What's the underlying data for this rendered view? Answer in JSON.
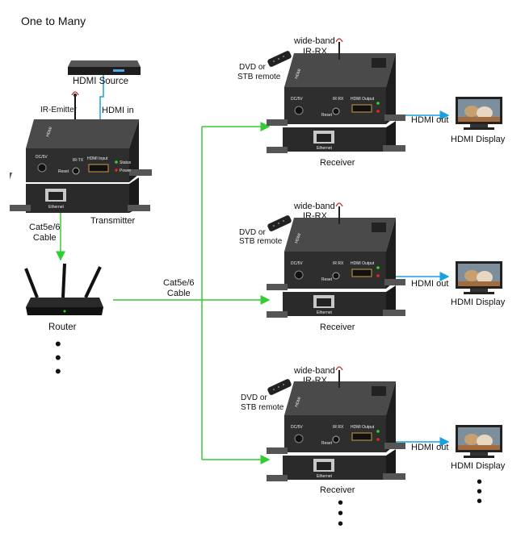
{
  "title": "One to Many",
  "source": {
    "label": "HDMI Source"
  },
  "transmitter": {
    "label": "Transmitter",
    "ir_emitter": "IR-Emitter",
    "hdmi_in": "HDMI in",
    "port_dc": "DC/5V",
    "port_ir": "IR-TX",
    "port_hdmi": "HDMI Input",
    "port_reset": "Reset",
    "port_eth": "Ethernet",
    "led_status": "Status",
    "led_power": "Power"
  },
  "cable_tx": [
    "Cat5e/6",
    "Cable"
  ],
  "router": {
    "label": "Router"
  },
  "cable_rx": [
    "Cat5e/6",
    "Cable"
  ],
  "receivers": [
    {
      "label": "Receiver",
      "ir": [
        "wide-band",
        "IR-RX"
      ],
      "remote": [
        "DVD or",
        "STB remote"
      ],
      "hdmi_out": "HDMI out",
      "display": "HDMI Display"
    },
    {
      "label": "Receiver",
      "ir": [
        "wide-band",
        "IR-RX"
      ],
      "remote": [
        "DVD or",
        "STB remote"
      ],
      "hdmi_out": "HDMI out",
      "display": "HDMI Display"
    },
    {
      "label": "Receiver",
      "ir": [
        "wide-band",
        "IR-RX"
      ],
      "remote": [
        "DVD or",
        "STB remote"
      ],
      "hdmi_out": "HDMI out",
      "display": "HDMI Display"
    }
  ],
  "receiver_ports": {
    "dc": "DC/5V",
    "ir": "IR RX",
    "hdmi": "HDMI Output",
    "reset": "Reset",
    "eth": "Ethernet"
  },
  "colors": {
    "network_line": "#33cc33",
    "hdmi_line": "#1a9fe0",
    "ir_line": "#111111",
    "device_body": "#3a3a3a"
  },
  "icons": [
    "hdmi-source-icon",
    "router-icon",
    "extender-icon",
    "remote-icon",
    "display-icon",
    "ir-sensor-icon"
  ]
}
